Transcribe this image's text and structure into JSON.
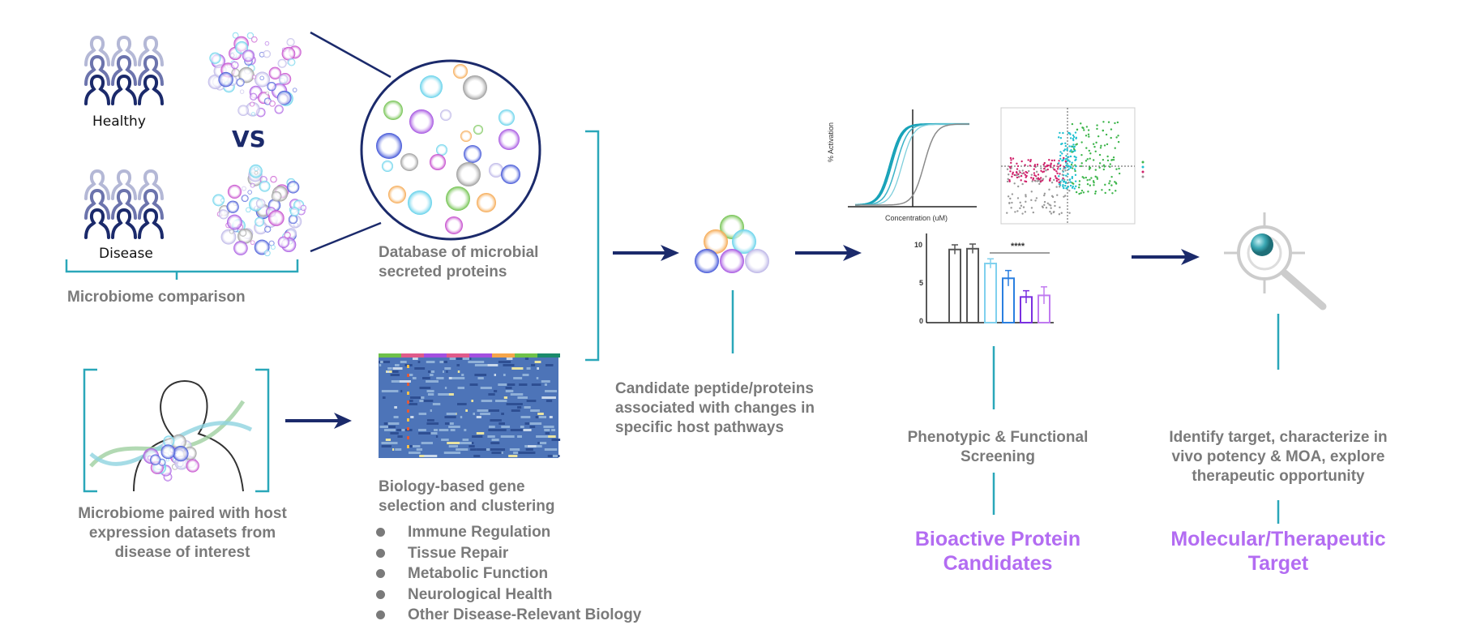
{
  "microbiome": {
    "healthy_label": "Healthy",
    "disease_label": "Disease",
    "vs_label": "VS",
    "comparison_label": "Microbiome comparison"
  },
  "database": {
    "label_line1": "Database of microbial",
    "label_line2": "secreted proteins"
  },
  "host": {
    "label_line1": "Microbiome paired with host",
    "label_line2": "expression datasets from",
    "label_line3": "disease of interest"
  },
  "gene": {
    "label_line1": "Biology-based gene",
    "label_line2": "selection and clustering",
    "bullets": [
      "Immune Regulation",
      "Tissue Repair",
      "Metabolic Function",
      "Neurological Health",
      "Other Disease-Relevant Biology"
    ]
  },
  "candidates": {
    "label_line1": "Candidate peptide/proteins",
    "label_line2": "associated with changes in",
    "label_line3": "specific host pathways"
  },
  "screening": {
    "label_line1": "Phenotypic & Functional",
    "label_line2": "Screening",
    "result_line1": "Bioactive Protein",
    "result_line2": "Candidates",
    "curve_ylabel": "% Activation",
    "curve_xlabel": "Concentration (uM)",
    "bar_ticks": [
      "10",
      "5",
      "0"
    ],
    "bar_significance": "****"
  },
  "target": {
    "label_line1": "Identify target, characterize in",
    "label_line2": "vivo potency & MOA, explore",
    "label_line3": "therapeutic opportunity",
    "result_line1": "Molecular/Therapeutic",
    "result_line2": "Target"
  },
  "colors": {
    "navy": "#1b2a6b",
    "teal": "#2aa7b9",
    "purple": "#b36cf2",
    "grey_text": "#7a7a7a"
  }
}
